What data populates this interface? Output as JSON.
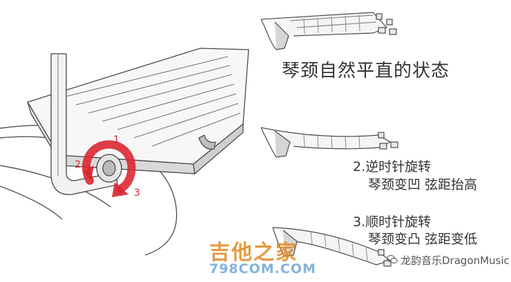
{
  "captions": {
    "natural": "琴颈自然平直的状态",
    "step2_line1": "2.逆时针旋转",
    "step2_line2": "琴颈变凹 弦距抬高",
    "step3_line1": "3.顺时针旋转",
    "step3_line2": "琴颈变凸 弦距变低"
  },
  "rotation_markers": [
    "1",
    "2",
    "3"
  ],
  "watermarks": {
    "logo_text": "吉他之家",
    "site": "798COM.COM",
    "brand": "龙韵音乐DragonMusic"
  },
  "colors": {
    "line": "#4a4a4a",
    "arrow": "#d9232e",
    "logo": "#e2871f",
    "site": "#6fa6d8"
  },
  "icons": [
    "allen-key-icon",
    "rotation-arrow-icon",
    "wechat-icon"
  ]
}
